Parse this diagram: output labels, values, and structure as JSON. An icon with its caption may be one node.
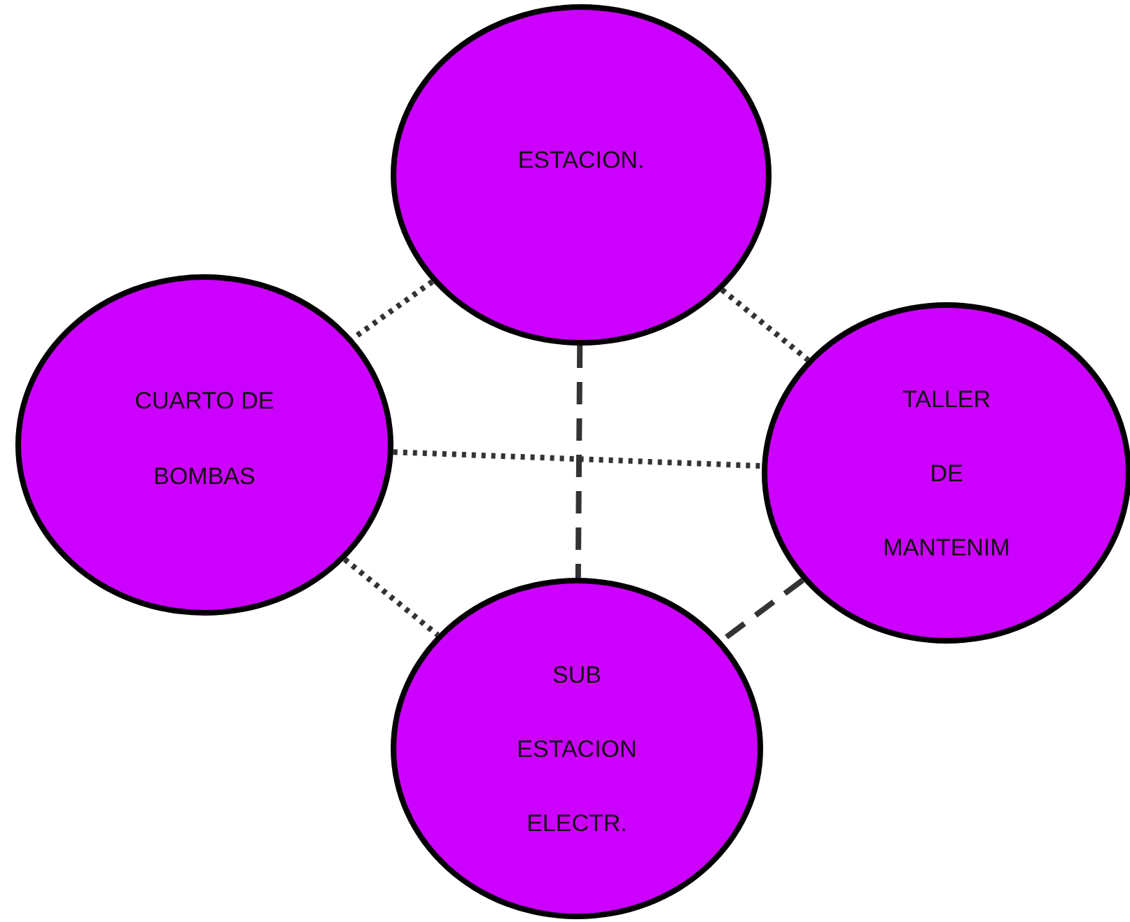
{
  "diagram": {
    "nodes": [
      {
        "text": [
          "ESTACION."
        ]
      },
      {
        "text": [
          "CUARTO DE BOMBAS"
        ]
      },
      {
        "text": [
          "TALLER DE MANTENIM"
        ]
      },
      {
        "text": [
          "SUB ESTACION ELECTR."
        ]
      }
    ],
    "edges": [
      {
        "from": 0,
        "to": 1,
        "arrow": "none"
      },
      {
        "from": 0,
        "to": 2,
        "arrow": "none"
      },
      {
        "from": 1,
        "to": 2,
        "arrow": "none"
      },
      {
        "from": 1,
        "to": 3,
        "arrow": "none"
      },
      {
        "from": 0,
        "to": 3,
        "arrow": "none",
        "style": "dashed"
      },
      {
        "from": 2,
        "to": 3,
        "arrow": "none",
        "style": "dashed"
      }
    ]
  }
}
